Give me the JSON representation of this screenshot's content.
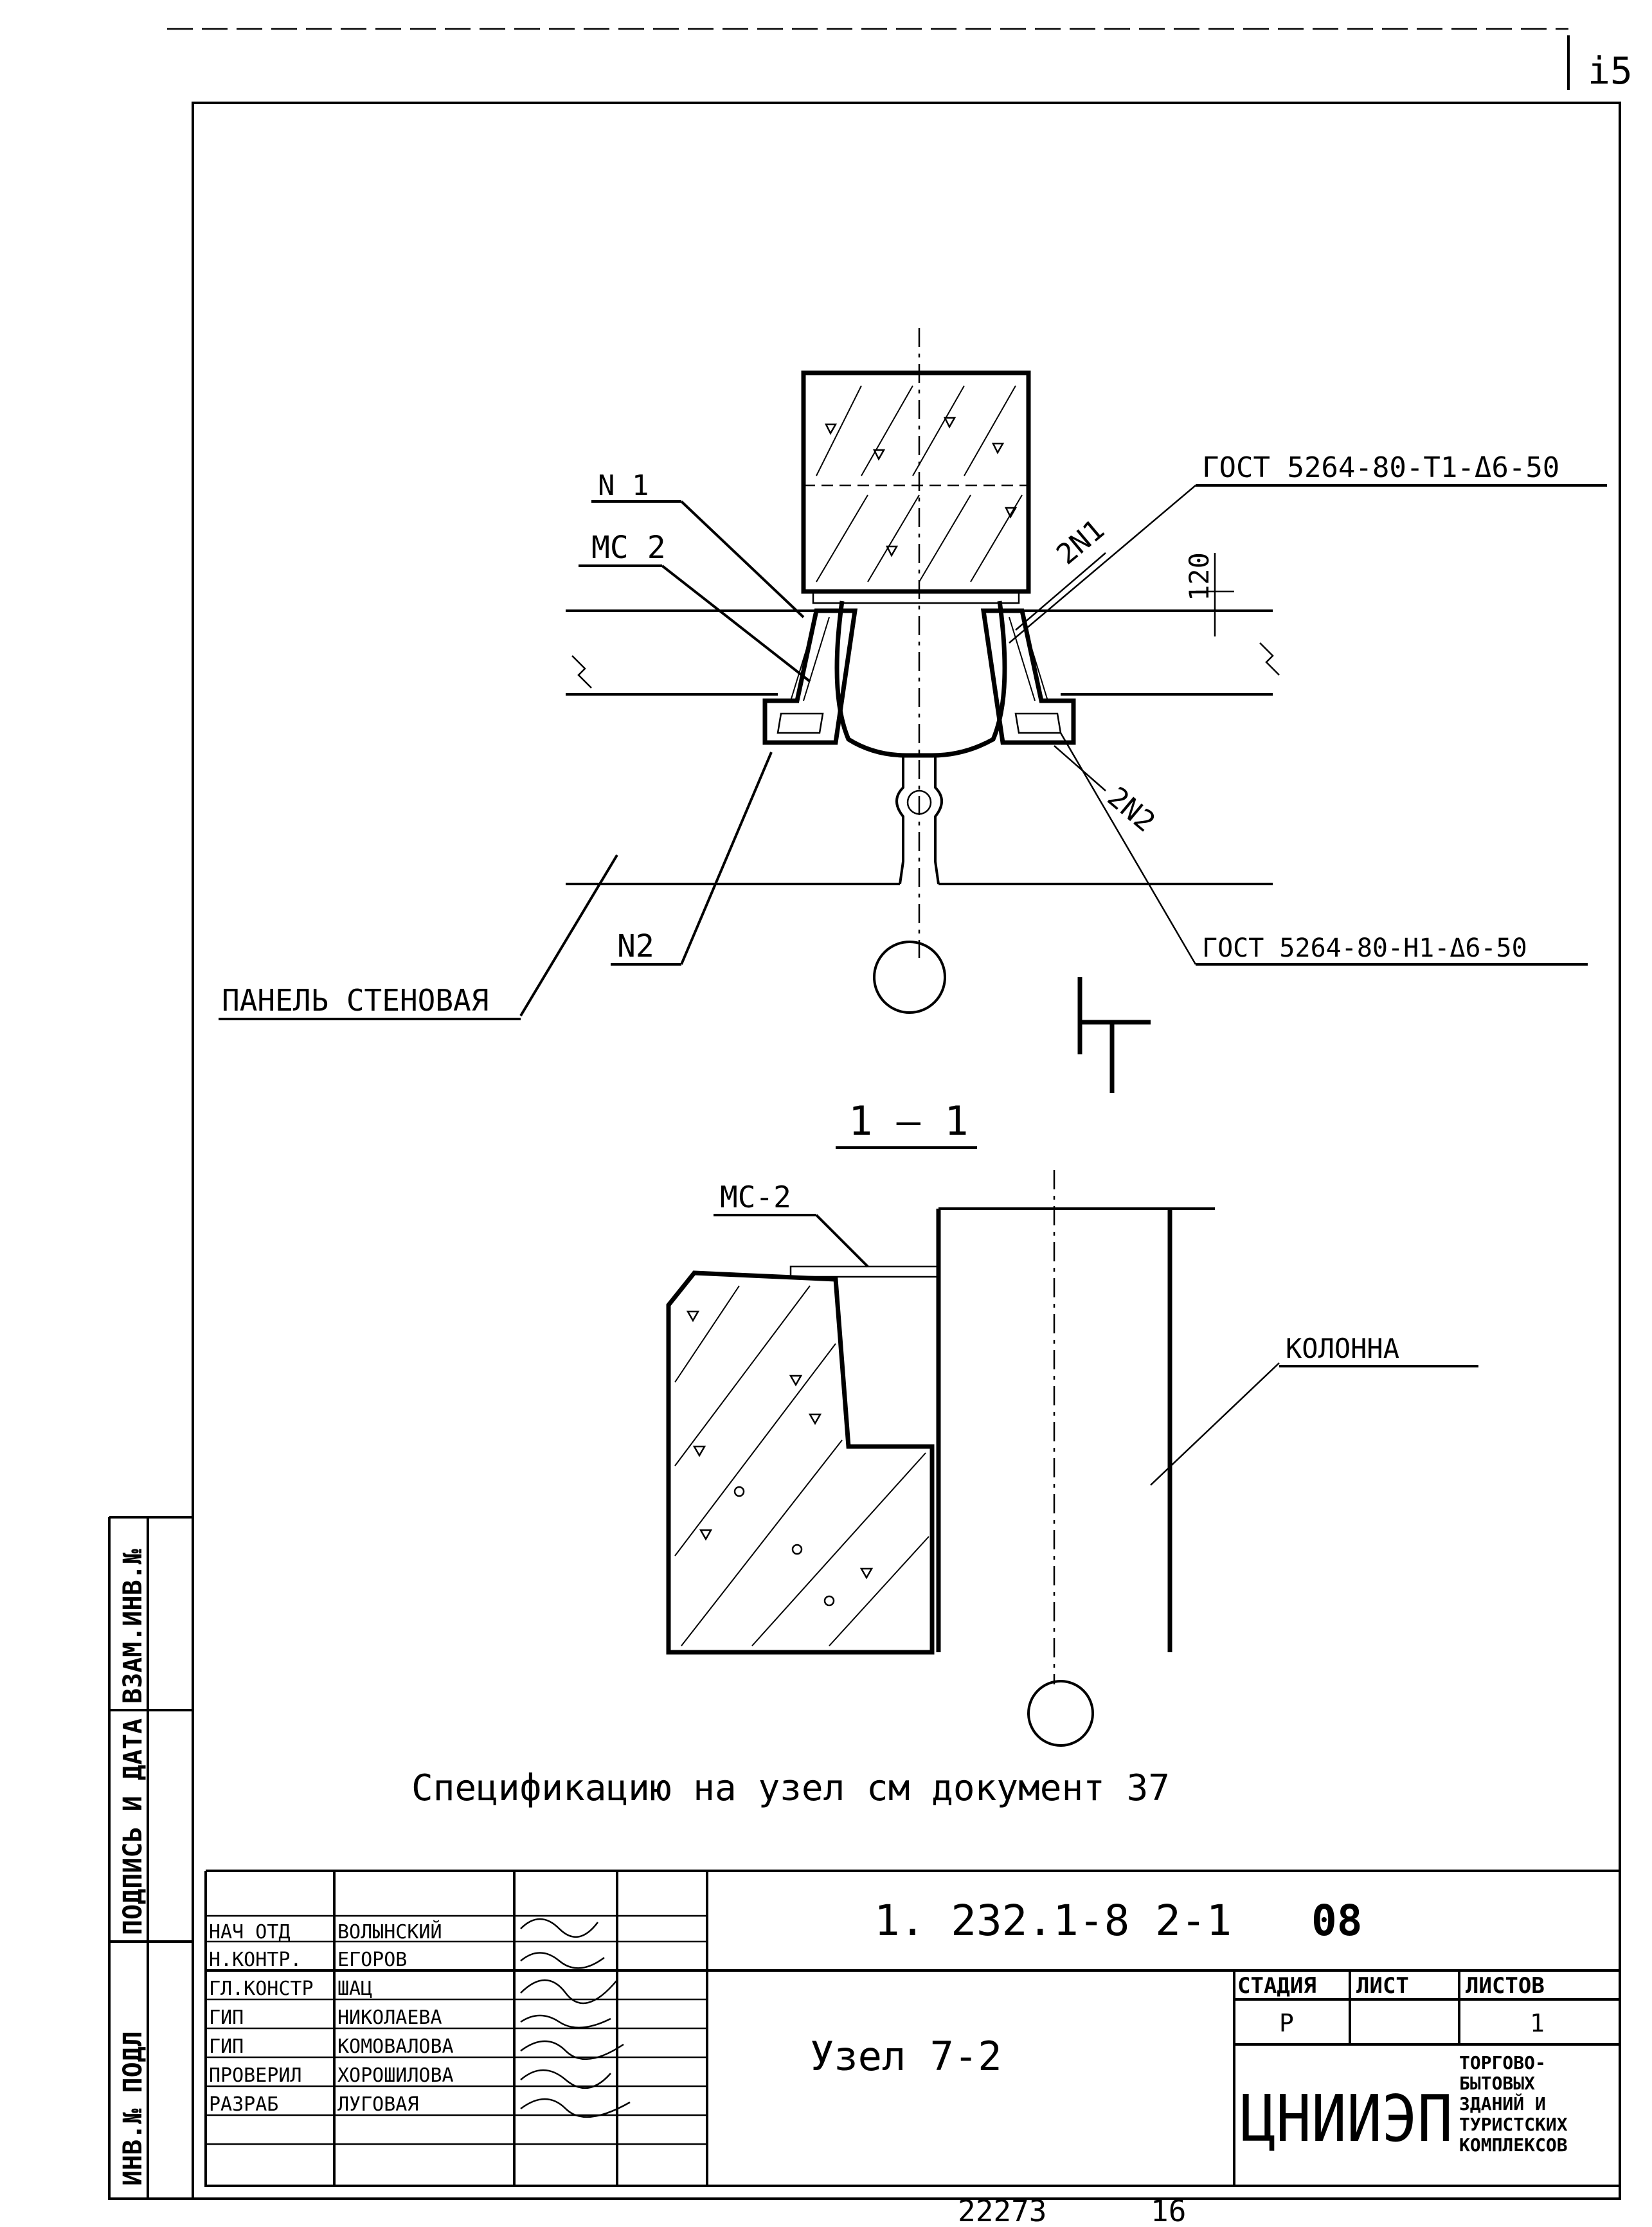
{
  "page_number_top": "i5",
  "labels": {
    "n1": "N 1",
    "mc2_top": "MC 2",
    "gost_top": "ГОСТ 5264-80-Т1-Δ6-50",
    "n1x2": "2N1",
    "dim_120": "120",
    "n2x2": "2N2",
    "gost_bottom": "ГОСТ 5264-80-Н1-Δ6-50",
    "n2": "N2",
    "panel": "ПАНЕЛЬ СТЕНОВАЯ",
    "section": "1 — 1",
    "mc2_section": "МС-2",
    "column": "КОЛОННА",
    "spec_note": "Спецификацию на узел см документ 37"
  },
  "side_stamp": {
    "inv_podl": "ИНВ.№ ПОДЛ",
    "podpis_data": "ПОДПИСЬ И ДАТА",
    "vzam_inv": "ВЗАМ.ИНВ.№"
  },
  "title_block": {
    "rows": [
      {
        "role": "НАЧ ОТД",
        "name": "ВОЛЫНСКИЙ"
      },
      {
        "role": "Н.КОНТР.",
        "name": "ЕГОРОВ"
      },
      {
        "role": "ГЛ.КОНСТР",
        "name": "ШАЦ"
      },
      {
        "role": "ГИП",
        "name": "НИКОЛАЕВА"
      },
      {
        "role": "ГИП",
        "name": "КОМОВАЛОВА"
      },
      {
        "role": "ПРОВЕРИЛ",
        "name": "ХОРОШИЛОВА"
      },
      {
        "role": "РАЗРАБ",
        "name": "ЛУГОВАЯ"
      }
    ],
    "doc_code": "1. 232.1-8  2-1",
    "doc_num": "08",
    "title": "Узел 7-2",
    "stage_header": "СТАДИЯ",
    "sheet_header": "ЛИСТ",
    "sheets_header": "ЛИСТОВ",
    "stage_value": "Р",
    "sheets_value": "1",
    "org_logo": "ЦНИИЭП",
    "org_desc": [
      "ТОРГОВО-",
      "БЫТОВЫХ",
      "ЗДАНИЙ И",
      "ТУРИСТСКИХ",
      "КОМПЛЕКСОВ"
    ]
  },
  "footer": {
    "archive_num": "22273",
    "page": "16"
  }
}
